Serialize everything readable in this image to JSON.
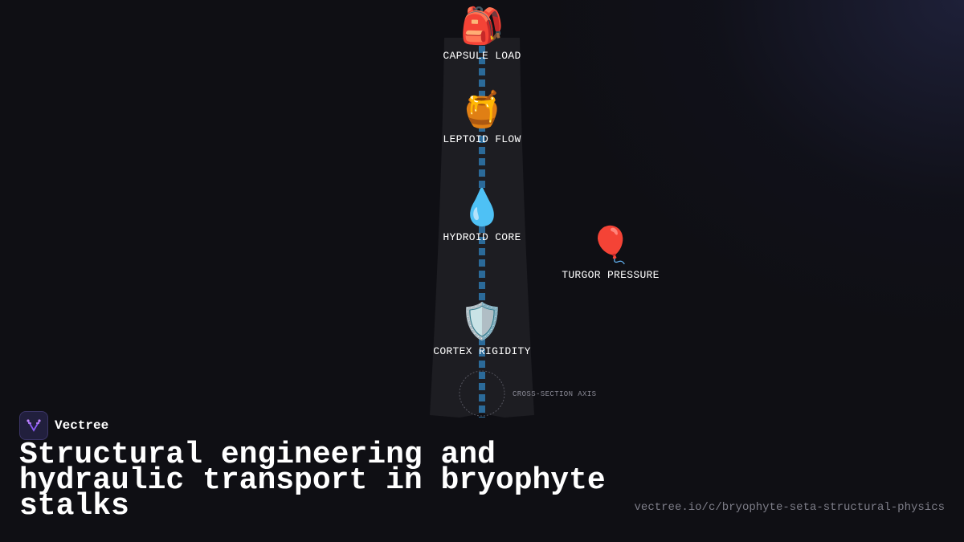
{
  "diagram": {
    "nodes": [
      {
        "id": "capsule",
        "icon": "backpack-icon",
        "glyph": "🎒",
        "label": "CAPSULE LOAD"
      },
      {
        "id": "leptoid",
        "icon": "honey-pot-icon",
        "glyph": "🍯",
        "label": "LEPTOID FLOW"
      },
      {
        "id": "hydroid",
        "icon": "droplet-icon",
        "glyph": "💧",
        "label": "HYDROID CORE"
      },
      {
        "id": "turgor",
        "icon": "balloon-icon",
        "glyph": "🎈",
        "label": "TURGOR PRESSURE"
      },
      {
        "id": "cortex",
        "icon": "shield-icon",
        "glyph": "🛡️",
        "label": "CORTEX RIGIDITY"
      }
    ],
    "axis_label": "CROSS-SECTION AXIS",
    "colors": {
      "stalk_fill": "#1d1d22",
      "core_dash": "#2b6a99",
      "background": "#0f0f14"
    }
  },
  "brand": {
    "name": "Vectree",
    "logo_icon": "vectree-logo-icon",
    "logo_color": "#8b5cf6"
  },
  "headline": "Structural engineering and hydraulic transport in bryophyte stalks",
  "url": "vectree.io/c/bryophyte-seta-structural-physics"
}
